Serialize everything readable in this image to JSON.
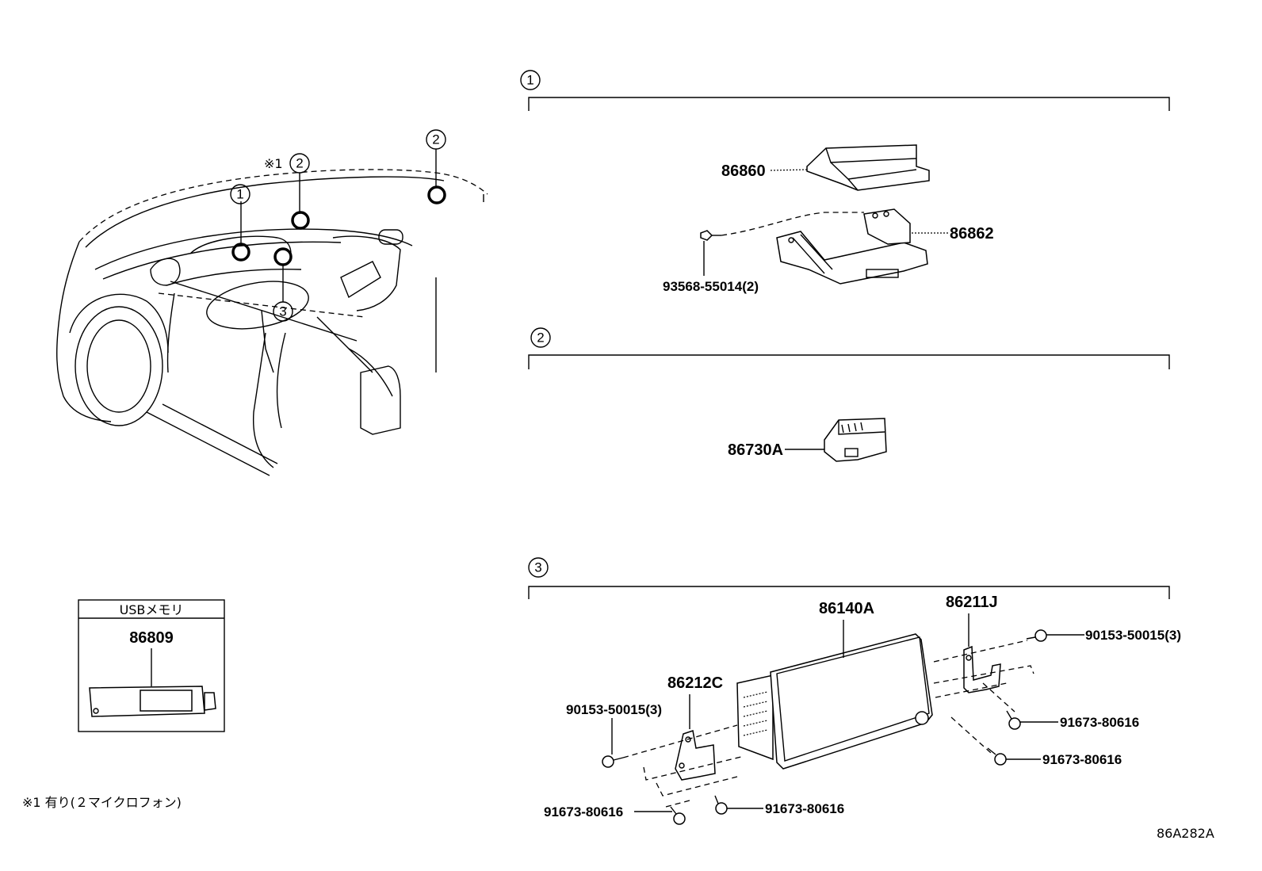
{
  "section_markers": [
    "1",
    "2",
    "3"
  ],
  "callouts": {
    "note_ref": "※1",
    "c1": "1",
    "c2a": "2",
    "c2b": "2",
    "c3": "3"
  },
  "section1": {
    "marker": "1",
    "parts": {
      "p86860": "86860",
      "p86862": "86862",
      "p93568": "93568-55014(2)"
    }
  },
  "section2": {
    "marker": "2",
    "parts": {
      "p86730A": "86730A"
    }
  },
  "section3": {
    "marker": "3",
    "parts": {
      "p86140A": "86140A",
      "p86211J": "86211J",
      "p86212C": "86212C",
      "p90153_right": "90153-50015(3)",
      "p90153_left": "90153-50015(3)",
      "p91673_r1": "91673-80616",
      "p91673_r2": "91673-80616",
      "p91673_b1": "91673-80616",
      "p91673_b2": "91673-80616"
    }
  },
  "usb_box": {
    "title": "USBメモリ",
    "part": "86809"
  },
  "footnote": "※1 有り(２マイクロフォン)",
  "diagram_code": "86A282A"
}
